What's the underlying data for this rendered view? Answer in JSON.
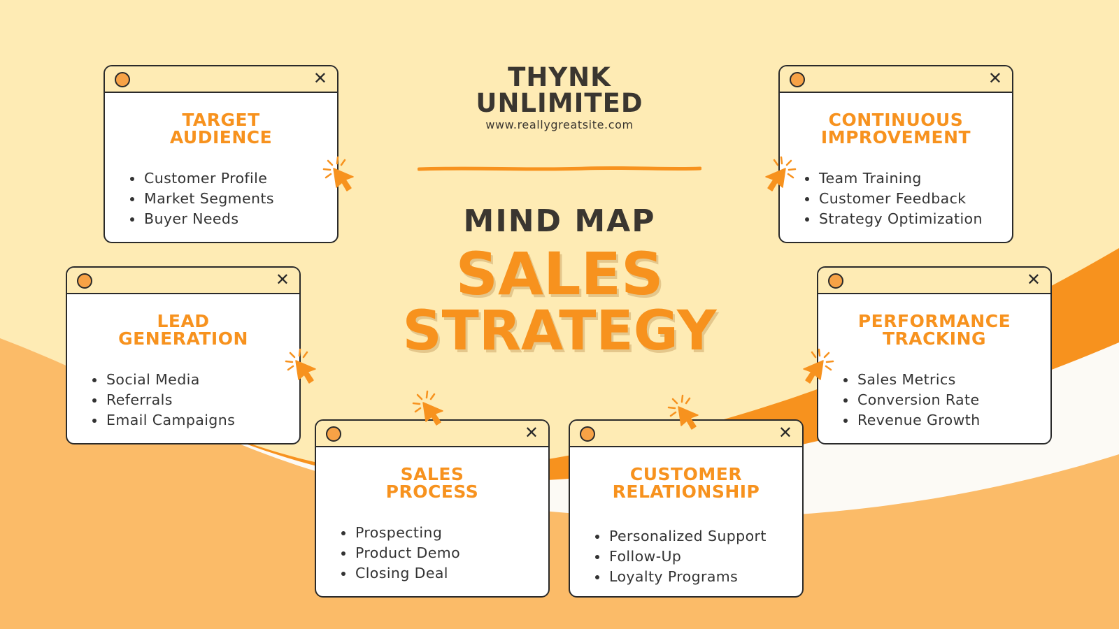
{
  "brand": {
    "line1": "THYNK",
    "line2": "UNLIMITED",
    "url": "www.reallygreatsite.com"
  },
  "heading": {
    "subtitle": "MIND MAP",
    "title_line1": "SALES",
    "title_line2": "STRATEGY"
  },
  "colors": {
    "background": "#FEEBB4",
    "accent": "#F7921E",
    "wave_light": "#FBBB68",
    "text_dark": "#333333"
  },
  "icons": {
    "window_control": "circle-icon",
    "window_close": "close-icon",
    "pointer": "cursor-click-icon"
  },
  "windows": [
    {
      "title": [
        "TARGET",
        "AUDIENCE"
      ],
      "items": [
        "Customer Profile",
        "Market Segments",
        "Buyer Needs"
      ]
    },
    {
      "title": [
        "LEAD",
        "GENERATION"
      ],
      "items": [
        "Social Media",
        "Referrals",
        "Email Campaigns"
      ]
    },
    {
      "title": [
        "SALES",
        "PROCESS"
      ],
      "items": [
        "Prospecting",
        "Product Demo",
        "Closing Deal"
      ]
    },
    {
      "title": [
        "CUSTOMER",
        "RELATIONSHIP"
      ],
      "items": [
        "Personalized Support",
        "Follow-Up",
        "Loyalty Programs"
      ]
    },
    {
      "title": [
        "PERFORMANCE",
        "TRACKING"
      ],
      "items": [
        "Sales Metrics",
        "Conversion Rate",
        "Revenue Growth"
      ]
    },
    {
      "title": [
        "CONTINUOUS",
        "IMPROVEMENT"
      ],
      "items": [
        "Team Training",
        "Customer Feedback",
        "Strategy Optimization"
      ]
    }
  ]
}
